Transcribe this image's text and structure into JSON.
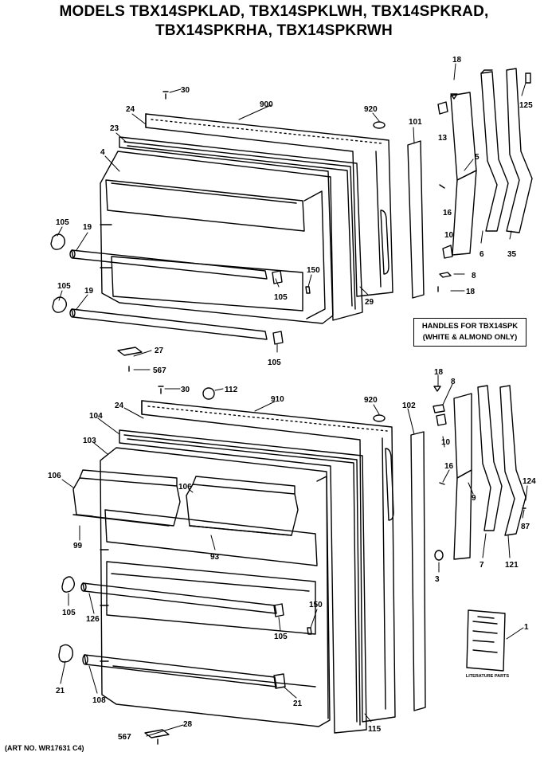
{
  "header": {
    "title_line1": "MODELS TBX14SPKLAD, TBX14SPKLWH, TBX14SPKRAD,",
    "title_line2": "TBX14SPKRHA, TBX14SPKRWH"
  },
  "note_box": {
    "line1": "HANDLES FOR TBX14SPK",
    "line2": "(WHITE & ALMOND ONLY)"
  },
  "literature_label": "LITERATURE PARTS",
  "art_number": "(ART NO. WR17631 C4)",
  "part_labels": {
    "p30_top": "30",
    "p24_top": "24",
    "p900": "900",
    "p920_top": "920",
    "p101": "101",
    "p18_top": "18",
    "p13": "13",
    "p5": "5",
    "p125": "125",
    "p23": "23",
    "p4": "4",
    "p16_top": "16",
    "p10_top": "10",
    "p8_top": "8",
    "p18_mid": "18",
    "p6": "6",
    "p35": "35",
    "p105_a": "105",
    "p19_a": "19",
    "p105_b": "105",
    "p19_b": "19",
    "p150_top": "150",
    "p105_c": "105",
    "p29": "29",
    "p105_d": "105",
    "p27": "27",
    "p567_top": "567",
    "p30_bot": "30",
    "p112": "112",
    "p910": "910",
    "p920_bot": "920",
    "p102": "102",
    "p18_bot": "18",
    "p8_bot": "8",
    "p24_bot": "24",
    "p104": "104",
    "p10_bot": "10",
    "p103": "103",
    "p16_bot": "16",
    "p106_a": "106",
    "p106_b": "106",
    "p9": "9",
    "p124": "124",
    "p87": "87",
    "p99": "99",
    "p93": "93",
    "p7": "7",
    "p121": "121",
    "p3": "3",
    "p105_e": "105",
    "p126": "126",
    "p150_bot": "150",
    "p105_f": "105",
    "p1": "1",
    "p21_a": "21",
    "p108": "108",
    "p21_b": "21",
    "p115": "115",
    "p567_bot": "567",
    "p28": "28"
  }
}
